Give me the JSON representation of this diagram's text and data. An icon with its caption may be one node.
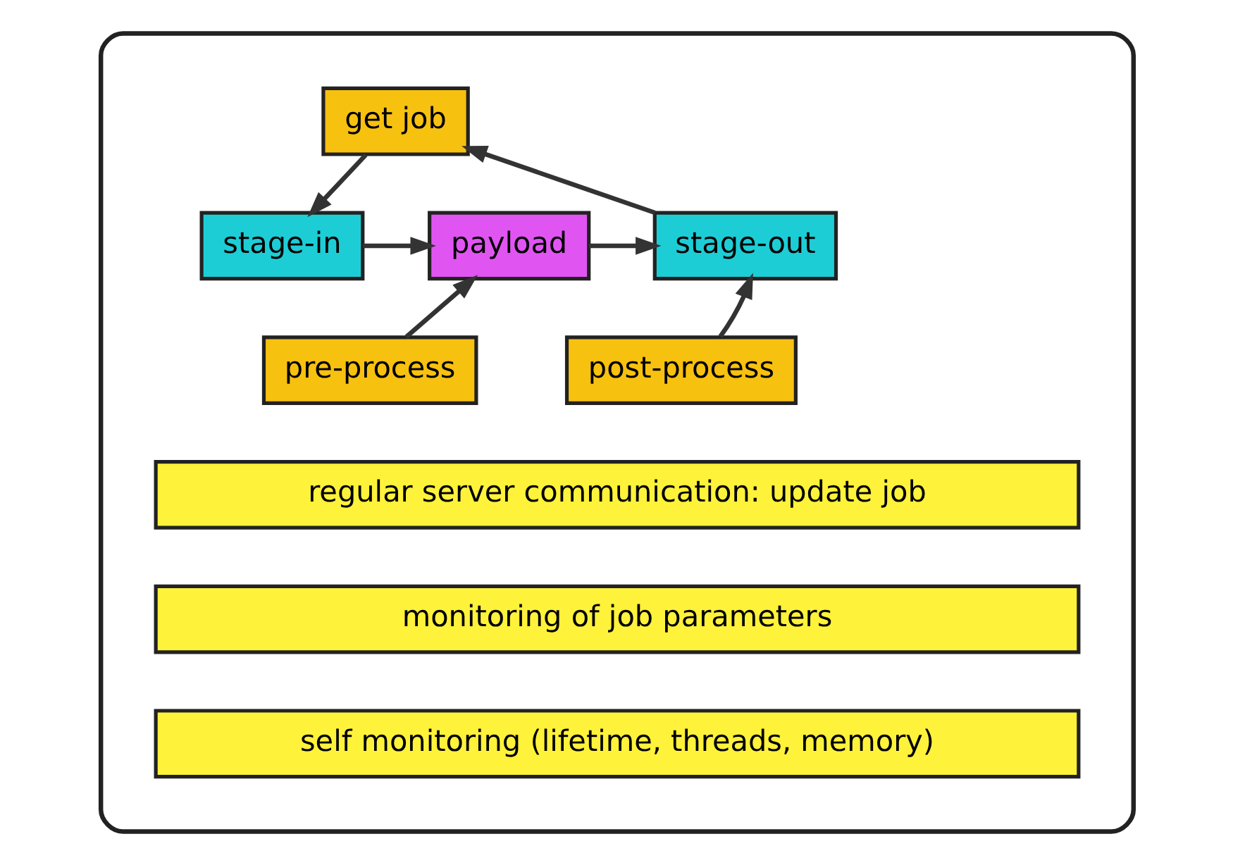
{
  "diagram": {
    "nodes": [
      {
        "text": [],
        "shape": "box"
      },
      {
        "text": [
          "get job"
        ],
        "in": 0
      },
      {
        "text": [
          "stage-in"
        ],
        "in": 0
      },
      {
        "text": [
          "payload"
        ],
        "in": 0
      },
      {
        "text": [
          "stage-out"
        ],
        "in": 0
      },
      {
        "text": [
          "pre-process"
        ],
        "in": 0
      },
      {
        "text": [
          "post-process"
        ],
        "in": 0
      },
      {
        "text": [
          "regular server communication: update job"
        ],
        "in": 0
      },
      {
        "text": [
          "monitoring of job parameters"
        ],
        "in": 0
      },
      {
        "text": [
          "self monitoring (lifetime, threads, memory)"
        ],
        "in": 0
      }
    ],
    "edges": [
      {
        "from": 1,
        "to": 2,
        "arrow": "to"
      },
      {
        "from": 2,
        "to": 3,
        "arrow": "to"
      },
      {
        "from": 5,
        "to": 3,
        "arrow": "to"
      },
      {
        "from": 3,
        "to": 4,
        "arrow": "to"
      },
      {
        "from": 6,
        "to": 4,
        "arrow": "to"
      },
      {
        "from": 4,
        "to": 1,
        "arrow": "to"
      }
    ]
  }
}
